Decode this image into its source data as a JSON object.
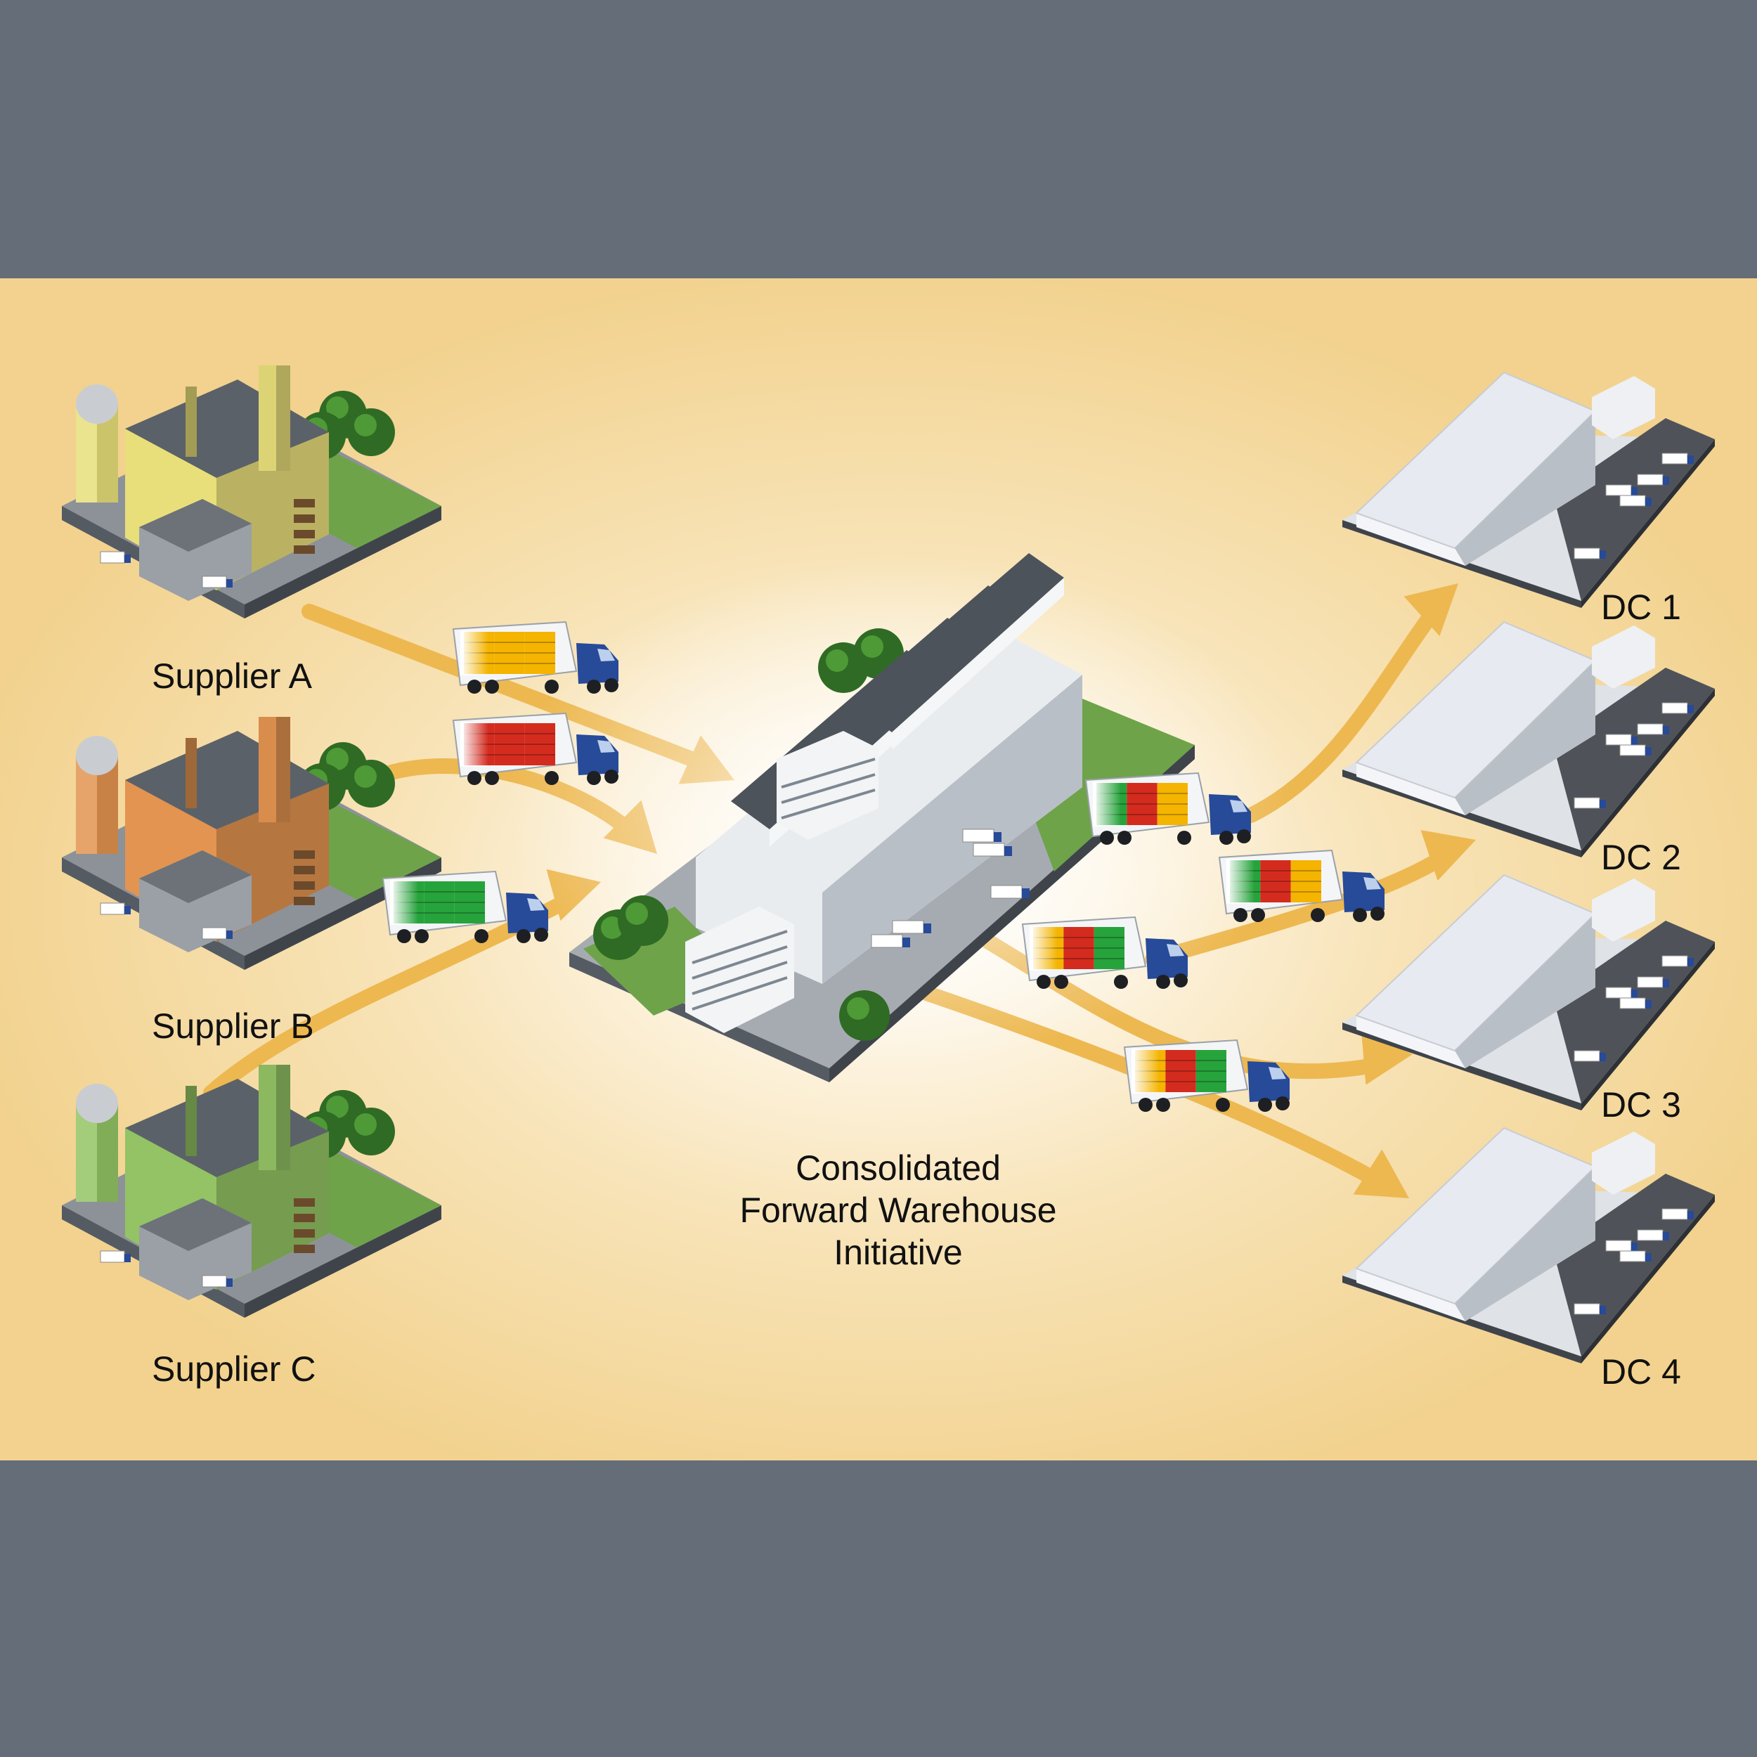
{
  "suppliers": [
    {
      "label": "Supplier A",
      "color": "#e8df7a",
      "cargo": [
        "#f4b400",
        "#f4b400",
        "#f4b400"
      ]
    },
    {
      "label": "Supplier B",
      "color": "#e39450",
      "cargo": [
        "#d42b1f",
        "#d42b1f",
        "#d42b1f"
      ]
    },
    {
      "label": "Supplier C",
      "color": "#93c364",
      "cargo": [
        "#27a33c",
        "#27a33c",
        "#27a33c"
      ]
    }
  ],
  "hub": {
    "title_lines": [
      "Consolidated",
      "Forward Warehouse",
      "Initiative"
    ]
  },
  "distribution_centers": [
    {
      "label": "DC 1"
    },
    {
      "label": "DC 2"
    },
    {
      "label": "DC 3"
    },
    {
      "label": "DC 4"
    }
  ],
  "mixed_cargo": [
    "#27a33c",
    "#d42b1f",
    "#f4b400"
  ],
  "colors": {
    "arrow": "#edb850",
    "cab": "#274a99",
    "background_outer": "#646d78",
    "panel": "#f6dca3"
  }
}
